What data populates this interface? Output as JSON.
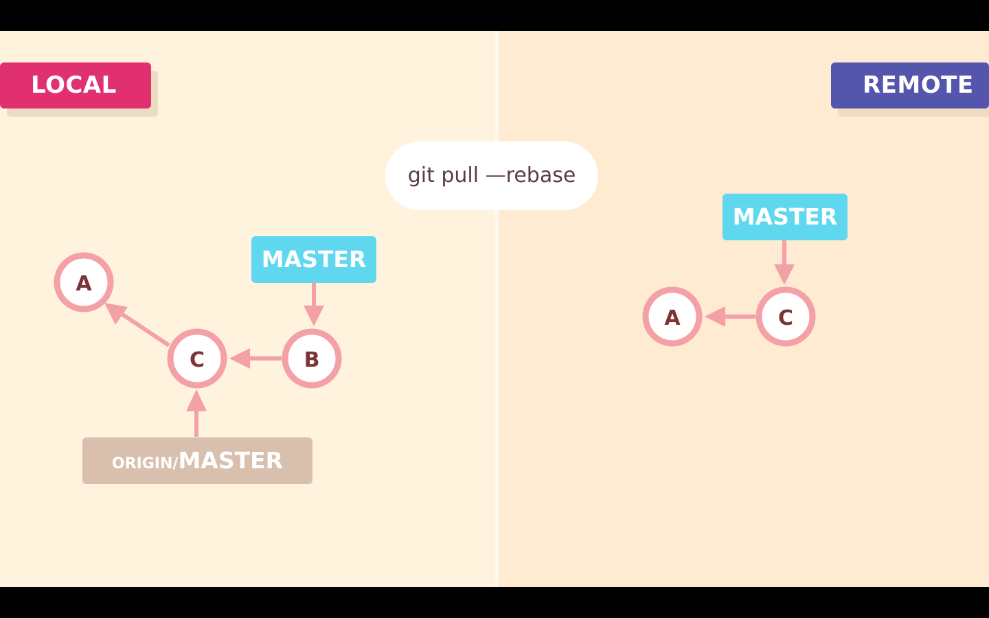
{
  "sides": {
    "local": "LOCAL",
    "remote": "REMOTE"
  },
  "command": "git pull —rebase",
  "local": {
    "commits": [
      "A",
      "C",
      "B"
    ],
    "branches": {
      "master": "MASTER",
      "origin_prefix": "ORIGIN/",
      "origin_name": "MASTER"
    }
  },
  "remote": {
    "commits": [
      "A",
      "C"
    ],
    "branches": {
      "master": "MASTER"
    }
  },
  "colors": {
    "local_tag": "#e0306f",
    "remote_tag": "#5456ae",
    "branch_tag": "#5fd8ef",
    "origin_tag": "#d9bfae",
    "commit_ring": "#f3a0a6",
    "arrow": "#f3a0a6",
    "commit_text": "#7b3436",
    "left_bg": "#fff3de",
    "right_bg": "#ffebd2"
  }
}
